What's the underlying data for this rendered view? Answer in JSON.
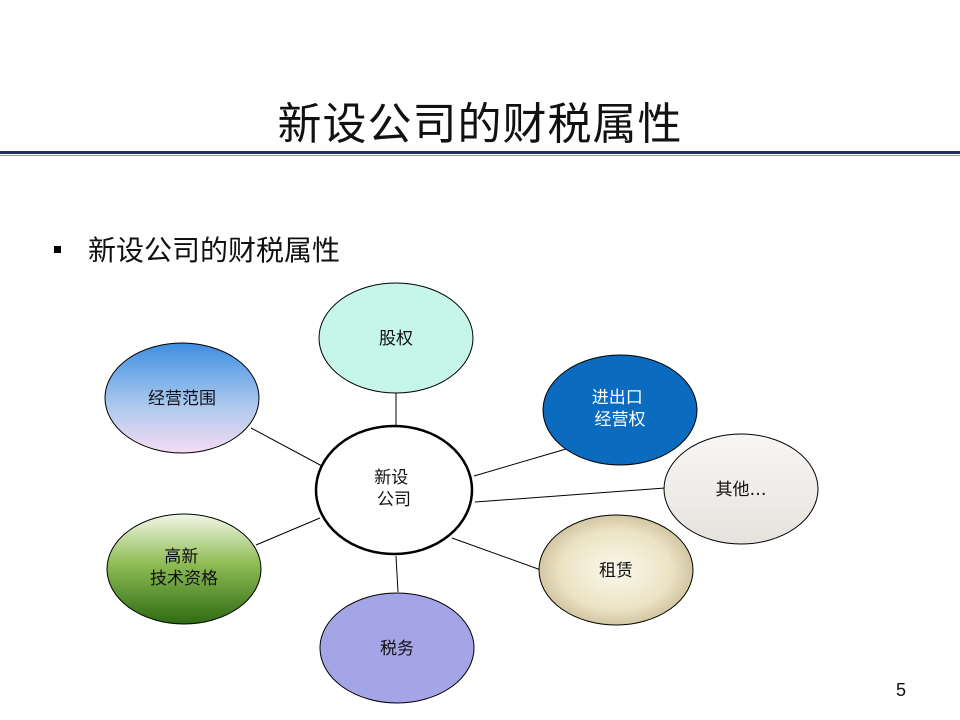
{
  "slide": {
    "title": "新设公司的财税属性",
    "bullet": "新设公司的财税属性",
    "page_number": "5"
  },
  "diagram": {
    "center": {
      "id": "center",
      "lines": [
        "新设",
        "公司"
      ]
    },
    "nodes": [
      {
        "id": "equity",
        "lines": [
          "股权"
        ]
      },
      {
        "id": "scope",
        "lines": [
          "经营范围"
        ]
      },
      {
        "id": "import",
        "lines": [
          "进出口",
          "经营权"
        ]
      },
      {
        "id": "other",
        "lines": [
          "其他…"
        ]
      },
      {
        "id": "hitech",
        "lines": [
          "高新",
          "技术资格"
        ]
      },
      {
        "id": "lease",
        "lines": [
          "租赁"
        ]
      },
      {
        "id": "tax",
        "lines": [
          "税务"
        ]
      }
    ]
  }
}
